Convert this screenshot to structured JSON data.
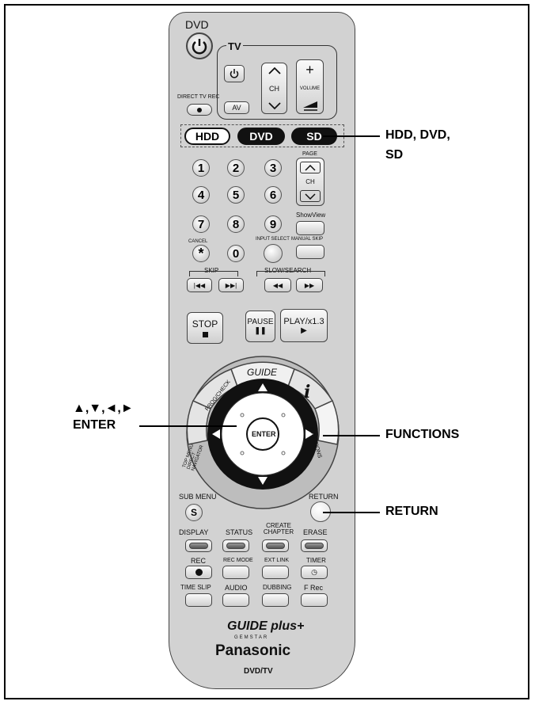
{
  "remote": {
    "dvd_label": "DVD",
    "direct_tv_rec": "DIRECT TV REC",
    "tv_label": "TV",
    "av": "AV",
    "ch": "CH",
    "volume": "VOLUME",
    "plus": "+",
    "modes": [
      "HDD",
      "DVD",
      "SD"
    ],
    "page": "PAGE",
    "digits": [
      "1",
      "2",
      "3",
      "4",
      "5",
      "6",
      "7",
      "8",
      "9",
      "0"
    ],
    "showview": "ShowView",
    "cancel": "CANCEL",
    "input_select": "INPUT SELECT",
    "manual_skip": "MANUAL SKIP",
    "skip": "SKIP",
    "slow_search": "SLOW/SEARCH",
    "stop": "STOP",
    "pause": "PAUSE",
    "play": "PLAY/x1.3",
    "guide": "GUIDE",
    "prog_check": "PROG/CHECK",
    "info": "i",
    "enter": "ENTER",
    "top_menu": "TOP MENU DIRECT NAVIGATOR",
    "functions": "FUNCTIONS",
    "sub_menu": "SUB MENU",
    "s": "S",
    "return": "RETURN",
    "row1": [
      "DISPLAY",
      "STATUS",
      "CREATE CHAPTER",
      "ERASE"
    ],
    "row2": [
      "REC",
      "REC MODE",
      "EXT LINK",
      "TIMER"
    ],
    "row3": [
      "TIME SLIP",
      "AUDIO",
      "DUBBING",
      "F Rec"
    ],
    "guide_plus": "GUIDE plus+",
    "gemstar": "GEMSTAR",
    "brand": "Panasonic",
    "model": "DVD/TV"
  },
  "callouts": {
    "hdd_dvd_sd_1": "HDD, DVD,",
    "hdd_dvd_sd_2": "SD",
    "arrows": "▲,▼,◄,►",
    "enter": "ENTER",
    "functions": "FUNCTIONS",
    "return": "RETURN"
  }
}
